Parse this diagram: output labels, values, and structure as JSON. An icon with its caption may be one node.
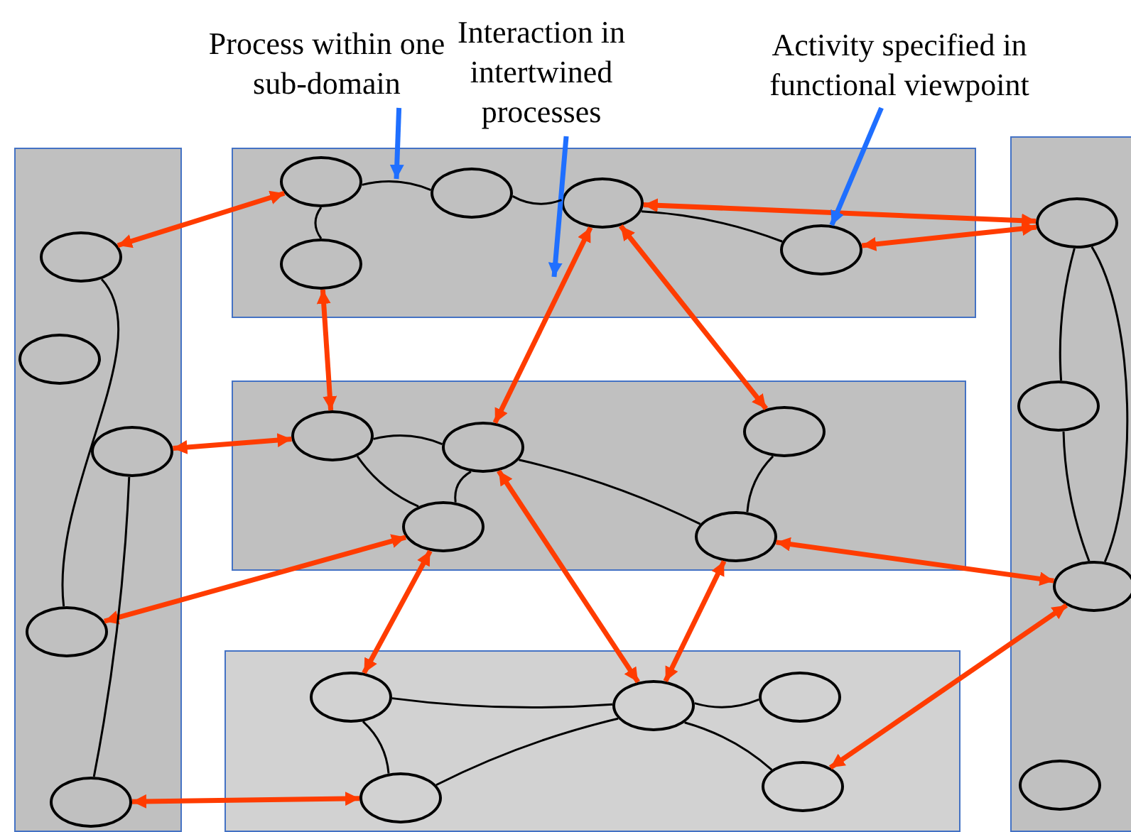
{
  "diagram": {
    "nodes": [
      {
        "text": [
          "Process within one sub-domain"
        ]
      },
      {
        "text": [
          "Interaction in intertwined processes"
        ]
      },
      {
        "text": [
          "Activity specified in functional viewpoint"
        ]
      },
      {
        "text": [],
        "shape": "box"
      },
      {
        "text": [],
        "shape": "box"
      },
      {
        "text": [],
        "shape": "box"
      },
      {
        "text": [],
        "shape": "box"
      },
      {
        "text": [],
        "shape": "box"
      },
      {
        "text": [],
        "shape": "ellipse",
        "in": 3
      },
      {
        "text": [],
        "shape": "ellipse",
        "in": 3
      },
      {
        "text": [],
        "shape": "ellipse",
        "in": 3
      },
      {
        "text": [],
        "shape": "ellipse",
        "in": 3
      },
      {
        "text": [],
        "shape": "ellipse",
        "in": 3
      },
      {
        "text": [],
        "shape": "ellipse",
        "in": 4
      },
      {
        "text": [],
        "shape": "ellipse",
        "in": 4
      },
      {
        "text": [],
        "shape": "ellipse",
        "in": 4
      },
      {
        "text": [],
        "shape": "ellipse",
        "in": 4
      },
      {
        "text": [],
        "shape": "ellipse",
        "in": 4
      },
      {
        "text": [],
        "shape": "ellipse",
        "in": 5
      },
      {
        "text": [],
        "shape": "ellipse",
        "in": 5
      },
      {
        "text": [],
        "shape": "ellipse",
        "in": 5
      },
      {
        "text": [],
        "shape": "ellipse",
        "in": 5
      },
      {
        "text": [],
        "shape": "ellipse",
        "in": 5
      },
      {
        "text": [],
        "shape": "ellipse",
        "in": 6
      },
      {
        "text": [],
        "shape": "ellipse",
        "in": 6
      },
      {
        "text": [],
        "shape": "ellipse",
        "in": 6
      },
      {
        "text": [],
        "shape": "ellipse",
        "in": 6
      },
      {
        "text": [],
        "shape": "ellipse",
        "in": 6
      },
      {
        "text": [],
        "shape": "ellipse",
        "in": 7
      },
      {
        "text": [],
        "shape": "ellipse",
        "in": 7
      },
      {
        "text": [],
        "shape": "ellipse",
        "in": 7
      },
      {
        "text": [],
        "shape": "ellipse",
        "in": 7
      }
    ],
    "edges": [
      {
        "from": 8,
        "to": 13,
        "arrow": "both",
        "style": "thick",
        "color": "#ff3c00"
      },
      {
        "from": 14,
        "to": 18,
        "arrow": "both",
        "style": "thick",
        "color": "#ff3c00"
      },
      {
        "from": 10,
        "to": 18,
        "arrow": "both",
        "style": "thick",
        "color": "#ff3c00"
      },
      {
        "from": 11,
        "to": 20,
        "arrow": "both",
        "style": "thick",
        "color": "#ff3c00"
      },
      {
        "from": 16,
        "to": 19,
        "arrow": "both",
        "style": "thick",
        "color": "#ff3c00"
      },
      {
        "from": 16,
        "to": 21,
        "arrow": "both",
        "style": "thick",
        "color": "#ff3c00"
      },
      {
        "from": 16,
        "to": 28,
        "arrow": "both",
        "style": "thick",
        "color": "#ff3c00"
      },
      {
        "from": 17,
        "to": 28,
        "arrow": "both",
        "style": "thick",
        "color": "#ff3c00"
      },
      {
        "from": 22,
        "to": 30,
        "arrow": "both",
        "style": "thick",
        "color": "#ff3c00"
      },
      {
        "from": 20,
        "to": 23,
        "arrow": "both",
        "style": "thick",
        "color": "#ff3c00"
      },
      {
        "from": 19,
        "to": 25,
        "arrow": "both",
        "style": "thick",
        "color": "#ff3c00"
      },
      {
        "from": 22,
        "to": 25,
        "arrow": "both",
        "style": "thick",
        "color": "#ff3c00"
      },
      {
        "from": 12,
        "to": 24,
        "arrow": "both",
        "style": "thick",
        "color": "#ff3c00"
      },
      {
        "from": 30,
        "to": 27,
        "arrow": "both",
        "style": "thick",
        "color": "#ff3c00"
      },
      {
        "from": 0,
        "to": 4,
        "arrow": "to",
        "style": "thick",
        "color": "#1f6fff"
      },
      {
        "from": 1,
        "to": 4,
        "arrow": "to",
        "style": "thick",
        "color": "#1f6fff"
      },
      {
        "from": 2,
        "to": 17,
        "arrow": "to",
        "style": "thick",
        "color": "#1f6fff"
      },
      {
        "from": 8,
        "to": 11,
        "arrow": "none"
      },
      {
        "from": 10,
        "to": 12,
        "arrow": "none"
      },
      {
        "from": 13,
        "to": 14,
        "arrow": "none"
      },
      {
        "from": 13,
        "to": 15,
        "arrow": "none"
      },
      {
        "from": 15,
        "to": 16,
        "arrow": "none"
      },
      {
        "from": 16,
        "to": 17,
        "arrow": "none"
      },
      {
        "from": 18,
        "to": 20,
        "arrow": "none"
      },
      {
        "from": 18,
        "to": 19,
        "arrow": "none"
      },
      {
        "from": 19,
        "to": 20,
        "arrow": "none"
      },
      {
        "from": 19,
        "to": 22,
        "arrow": "none"
      },
      {
        "from": 21,
        "to": 22,
        "arrow": "none"
      },
      {
        "from": 23,
        "to": 24,
        "arrow": "none"
      },
      {
        "from": 23,
        "to": 25,
        "arrow": "none"
      },
      {
        "from": 24,
        "to": 25,
        "arrow": "none"
      },
      {
        "from": 25,
        "to": 26,
        "arrow": "none"
      },
      {
        "from": 25,
        "to": 27,
        "arrow": "none"
      },
      {
        "from": 28,
        "to": 29,
        "arrow": "none"
      },
      {
        "from": 28,
        "to": 30,
        "arrow": "none"
      },
      {
        "from": 29,
        "to": 30,
        "arrow": "none"
      }
    ]
  }
}
